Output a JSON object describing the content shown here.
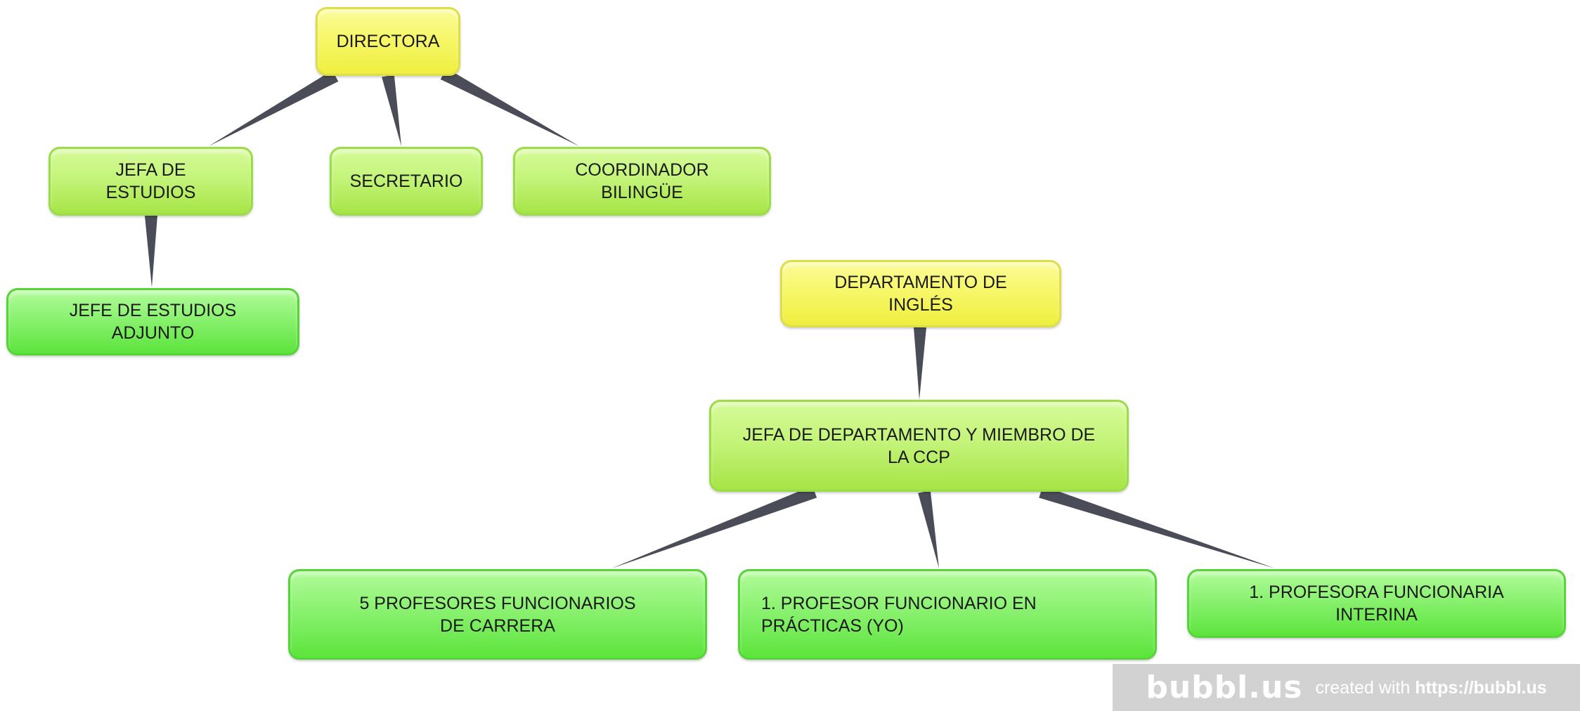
{
  "nodes": {
    "directora": "DIRECTORA",
    "jefa_estudios": "JEFA DE ESTUDIOS",
    "secretario": "SECRETARIO",
    "coordinador": "COORDINADOR BILINGÜE",
    "jefe_adjunto": "JEFE DE ESTUDIOS ADJUNTO",
    "departamento": "DEPARTAMENTO DE INGLÉS",
    "jefa_departamento": "JEFA DE DEPARTAMENTO Y MIEMBRO DE LA CCP",
    "profesores_carrera": "5  PROFESORES FUNCIONARIOS DE CARRERA",
    "profesor_practicas": "1. PROFESOR FUNCIONARIO EN PRÁCTICAS (YO)",
    "profesora_interina": "1. PROFESORA FUNCIONARIA INTERINA"
  },
  "watermark": {
    "logo": "bubbl.us",
    "prefix": "created with ",
    "url": "https://bubbl.us"
  },
  "colors": {
    "root": "#f7f76a",
    "level1": "#c4f47a",
    "level2": "#8af170",
    "connector": "#4a4d57"
  }
}
